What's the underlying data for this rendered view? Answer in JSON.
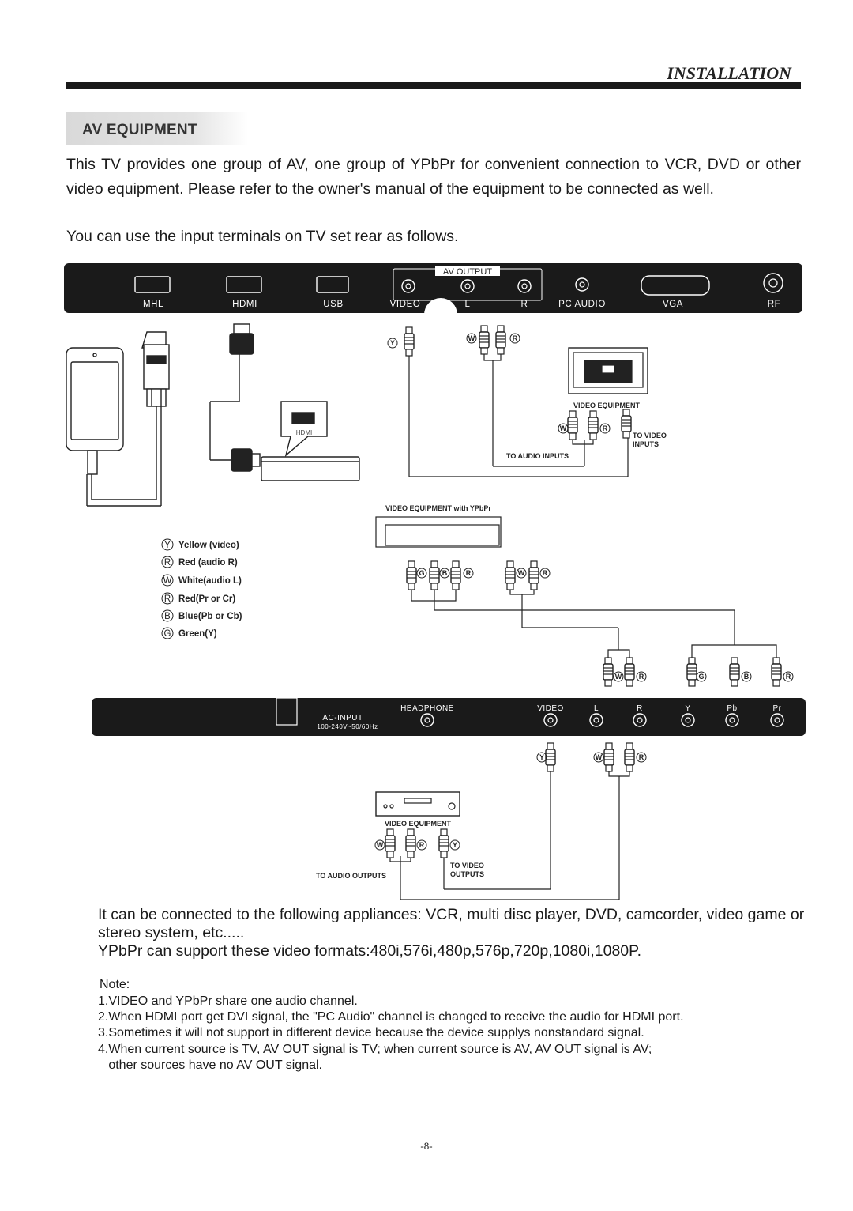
{
  "header": {
    "title": "INSTALLATION"
  },
  "section": {
    "title": "AV EQUIPMENT"
  },
  "intro": "This TV provides one group of AV, one group of YPbPr for convenient connection to VCR, DVD or other video equipment. Please refer to the owner's manual of the equipment to be connected as well.",
  "rear_terminals": "You can use the input terminals on TV set rear as follows.",
  "top_panel": {
    "av_output": "AV OUTPUT",
    "ports": [
      "MHL",
      "HDMI",
      "USB",
      "VIDEO",
      "L",
      "R",
      "PC AUDIO",
      "VGA",
      "RF"
    ]
  },
  "bottom_panel": {
    "ac_input": "AC-INPUT",
    "ac_spec": "100-240V~50/60Hz",
    "headphone": "HEADPHONE",
    "ports": [
      "VIDEO",
      "L",
      "R",
      "Y",
      "Pb",
      "Pr"
    ]
  },
  "hdmi_device_label": "HDMI",
  "labels": {
    "video_equipment": "VIDEO EQUIPMENT",
    "to_video_inputs": "TO VIDEO\nINPUTS",
    "to_audio_inputs": "TO AUDIO INPUTS",
    "video_equipment_ypbpr": "VIDEO EQUIPMENT with YPbPr",
    "to_video_outputs": "TO VIDEO\nOUTPUTS",
    "to_audio_outputs": "TO AUDIO OUTPUTS"
  },
  "legend": [
    {
      "code": "Y",
      "text": "Yellow (video)"
    },
    {
      "code": "R",
      "text": "Red (audio R)"
    },
    {
      "code": "W",
      "text": "White(audio L)"
    },
    {
      "code": "R",
      "text": "Red(Pr or Cr)"
    },
    {
      "code": "B",
      "text": "Blue(Pb or Cb)"
    },
    {
      "code": "G",
      "text": "Green(Y)"
    }
  ],
  "appliances": "It can be connected to the following appliances: VCR, multi disc player, DVD, camcorder, video game or stereo system, etc.....",
  "formats": "YPbPr can support these video formats:480i,576i,480p,576p,720p,1080i,1080P.",
  "note_title": "Note:",
  "notes": [
    "1.VIDEO and YPbPr share one audio channel.",
    "2.When HDMI port get DVI signal, the \"PC Audio\" channel is changed to receive the audio for HDMI port.",
    "3.Sometimes it will not support in different device because the device supplys nonstandard signal.",
    "4.When current source is TV, AV OUT signal is TV; when current source is AV, AV OUT signal is AV;",
    "   other sources have no AV OUT signal."
  ],
  "page_number": "-8-"
}
